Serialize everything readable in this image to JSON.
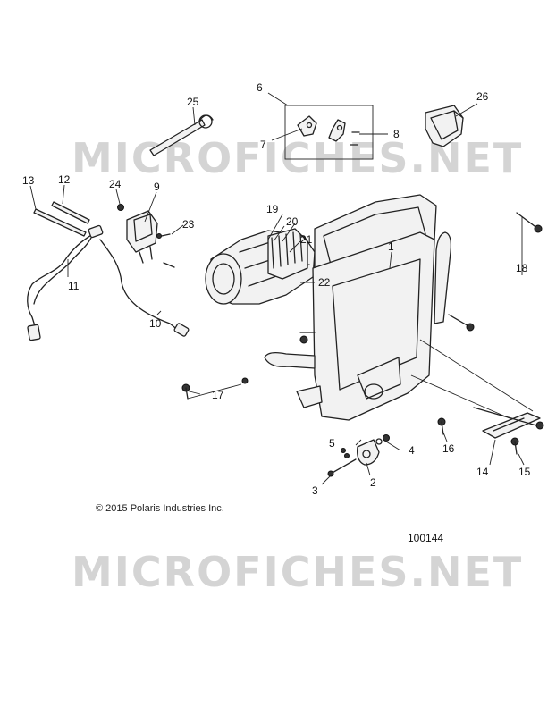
{
  "watermark": {
    "top": "MICROFICHES.NET",
    "bottom": "MICROFICHES.NET"
  },
  "copyright": "© 2015 Polaris Industries Inc.",
  "figure_number": "100144",
  "callouts": {
    "c1": "1",
    "c2": "2",
    "c3": "3",
    "c4": "4",
    "c5": "5",
    "c6": "6",
    "c7": "7",
    "c8": "8",
    "c9": "9",
    "c10": "10",
    "c11": "11",
    "c12": "12",
    "c13": "13",
    "c14": "14",
    "c15": "15",
    "c16": "16",
    "c17": "17",
    "c18": "18",
    "c19": "19",
    "c20": "20",
    "c21": "21",
    "c22": "22",
    "c23": "23",
    "c24": "24",
    "c25": "25",
    "c26": "26"
  }
}
